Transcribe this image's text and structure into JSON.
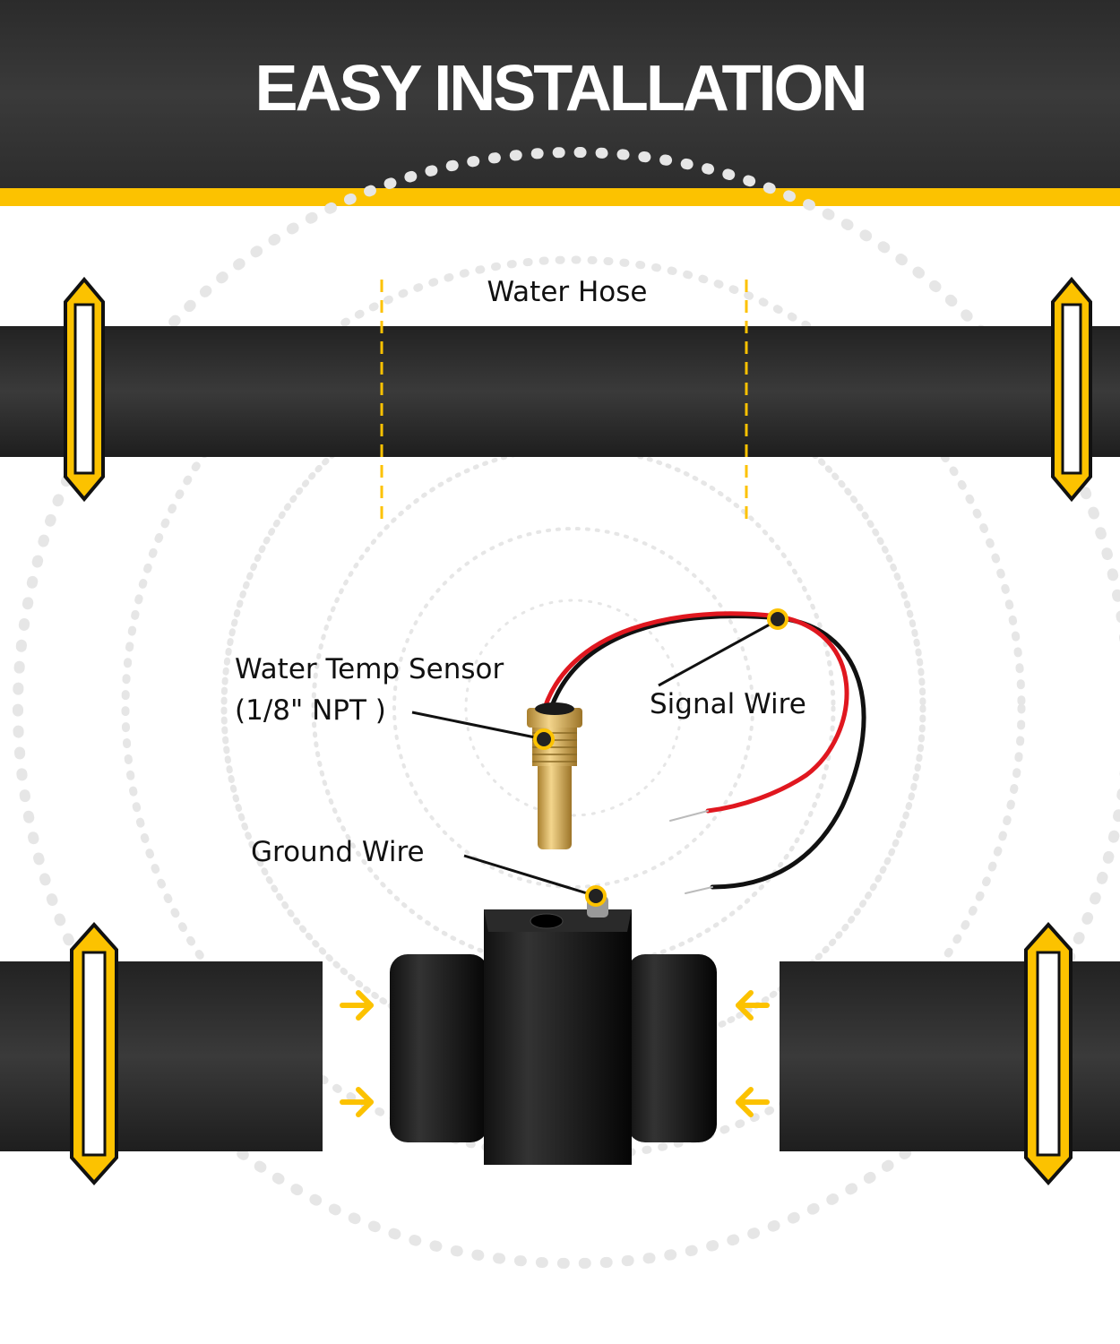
{
  "header": {
    "title": "EASY INSTALLATION"
  },
  "labels": {
    "water_hose": "Water Hose",
    "sensor_line1": "Water Temp Sensor",
    "sensor_line2": "(1/8\" NPT )",
    "signal_wire": "Signal Wire",
    "ground_wire": "Ground Wire"
  },
  "colors": {
    "accent": "#fcc200",
    "dark": "#2e2e2e",
    "wire_red": "#e0171f",
    "brass": "#d8b25a"
  }
}
